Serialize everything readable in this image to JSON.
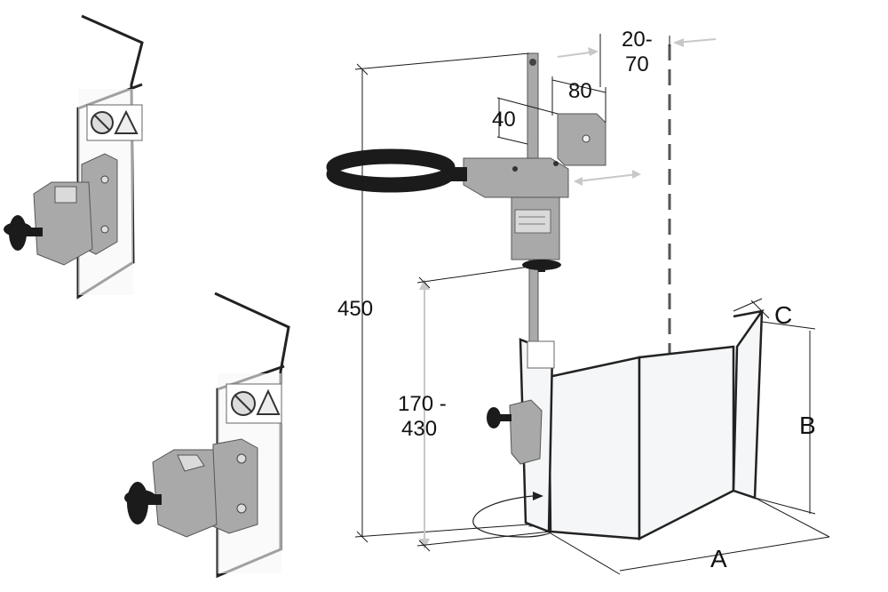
{
  "dimension_labels": {
    "offset_line1": "20-",
    "offset_line2": "70",
    "bracket_width": "80",
    "bracket_height": "40",
    "total_height": "450",
    "range_line1": "170 -",
    "range_line2": "430",
    "dim_a": "A",
    "dim_b": "B",
    "dim_c": "C"
  },
  "colors": {
    "metal": "#a9a9a9",
    "glass": "#f4f6f7",
    "outline": "#222222",
    "arrow": "#c8c8c8"
  },
  "icons": [
    "no-loose-clothing-sign-icon",
    "warning-triangle-icon",
    "rotation-arrow-icon",
    "wing-knob-icon"
  ]
}
